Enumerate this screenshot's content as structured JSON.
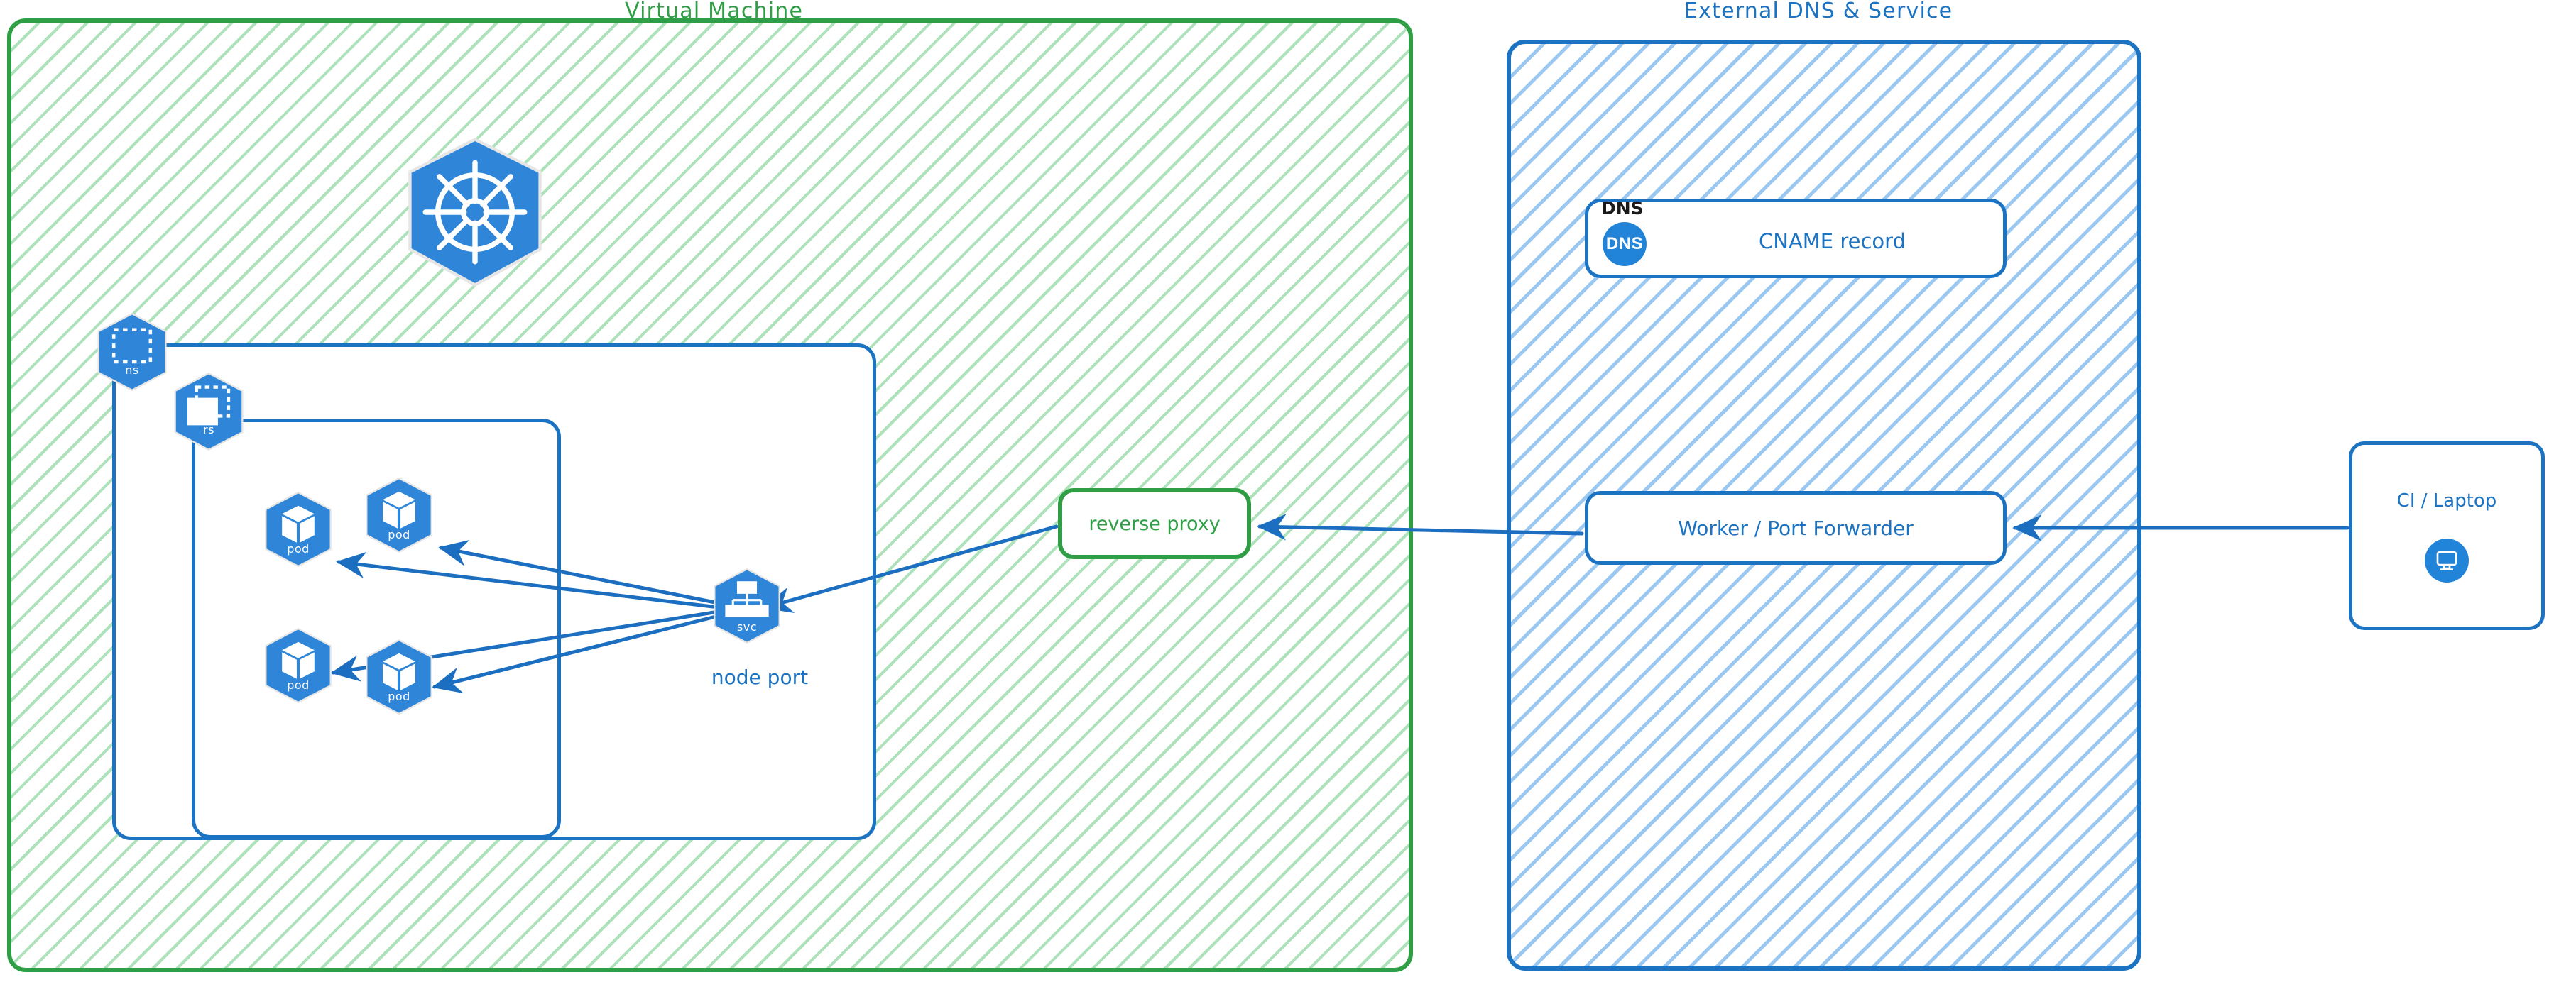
{
  "diagram": {
    "title_left": "Virtual Machine",
    "title_right": "External DNS & Service"
  },
  "vm": {
    "title": "Virtual Machine",
    "accent_color": "#2f9e44",
    "cluster": {
      "logo": "kubernetes-wheel-logo",
      "namespace_badge": "ns",
      "replicaset_badge": "rs",
      "pods": [
        {
          "label": "pod"
        },
        {
          "label": "pod"
        },
        {
          "label": "pod"
        },
        {
          "label": "pod"
        }
      ],
      "service": {
        "badge": "svc",
        "caption": "node port"
      }
    },
    "reverse_proxy": {
      "label": "reverse proxy"
    }
  },
  "external": {
    "title": "External DNS & Service",
    "accent_color": "#1c73c2",
    "dns_card": {
      "header": "DNS",
      "icon_text": "DNS",
      "label": "CNAME record"
    },
    "worker_card": {
      "label": "Worker / Port Forwarder"
    }
  },
  "client": {
    "card": {
      "label": "CI / Laptop",
      "icon": "desktop-monitor-icon"
    }
  },
  "connections": [
    {
      "from": "ci-laptop",
      "to": "worker-port-forwarder",
      "direction": "left"
    },
    {
      "from": "worker-port-forwarder",
      "to": "reverse-proxy",
      "direction": "left"
    },
    {
      "from": "reverse-proxy",
      "to": "node-port-service",
      "direction": "left-down"
    },
    {
      "from": "node-port-service",
      "to": "pod-1",
      "direction": "left"
    },
    {
      "from": "node-port-service",
      "to": "pod-2",
      "direction": "left-up"
    },
    {
      "from": "node-port-service",
      "to": "pod-3",
      "direction": "left-down"
    },
    {
      "from": "node-port-service",
      "to": "pod-4",
      "direction": "left-down"
    }
  ]
}
